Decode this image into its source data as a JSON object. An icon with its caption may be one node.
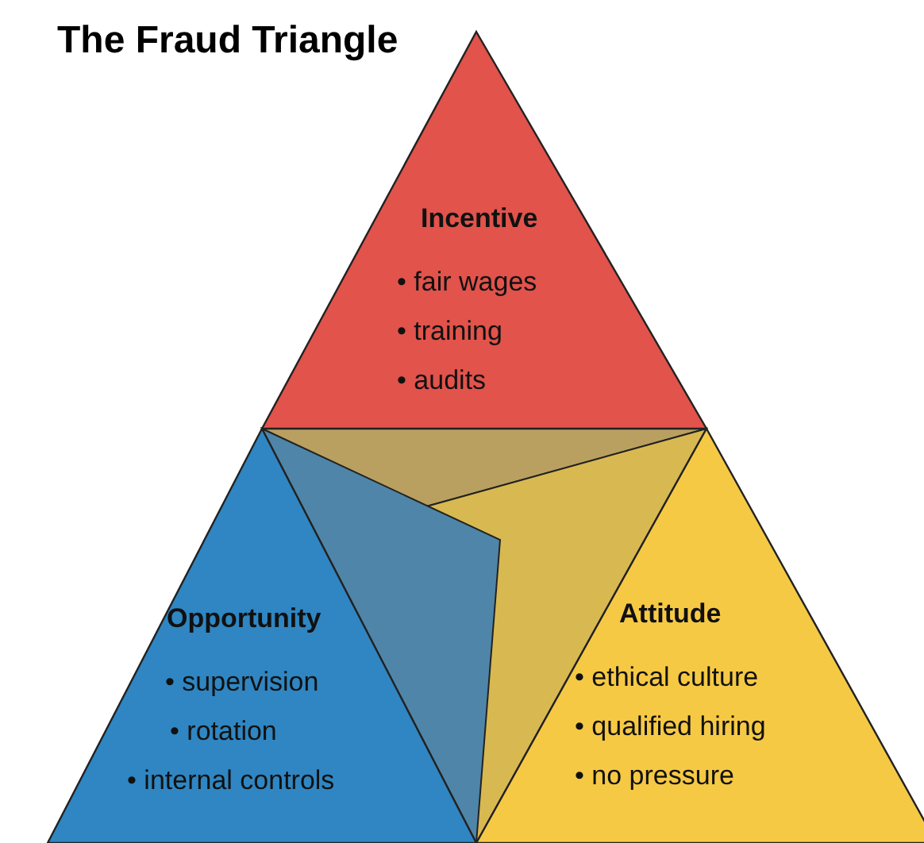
{
  "diagram": {
    "title": "The Fraud Triangle",
    "nodes": [
      {
        "text": [
          "Incentive",
          "• fair wages",
          "• training",
          "• audits"
        ]
      },
      {
        "text": [
          "Opportunity",
          "• supervision",
          "• rotation",
          "• internal controls"
        ]
      },
      {
        "text": [
          "Attitude",
          "• ethical culture",
          "• qualified hiring",
          "• no pressure"
        ]
      }
    ]
  }
}
